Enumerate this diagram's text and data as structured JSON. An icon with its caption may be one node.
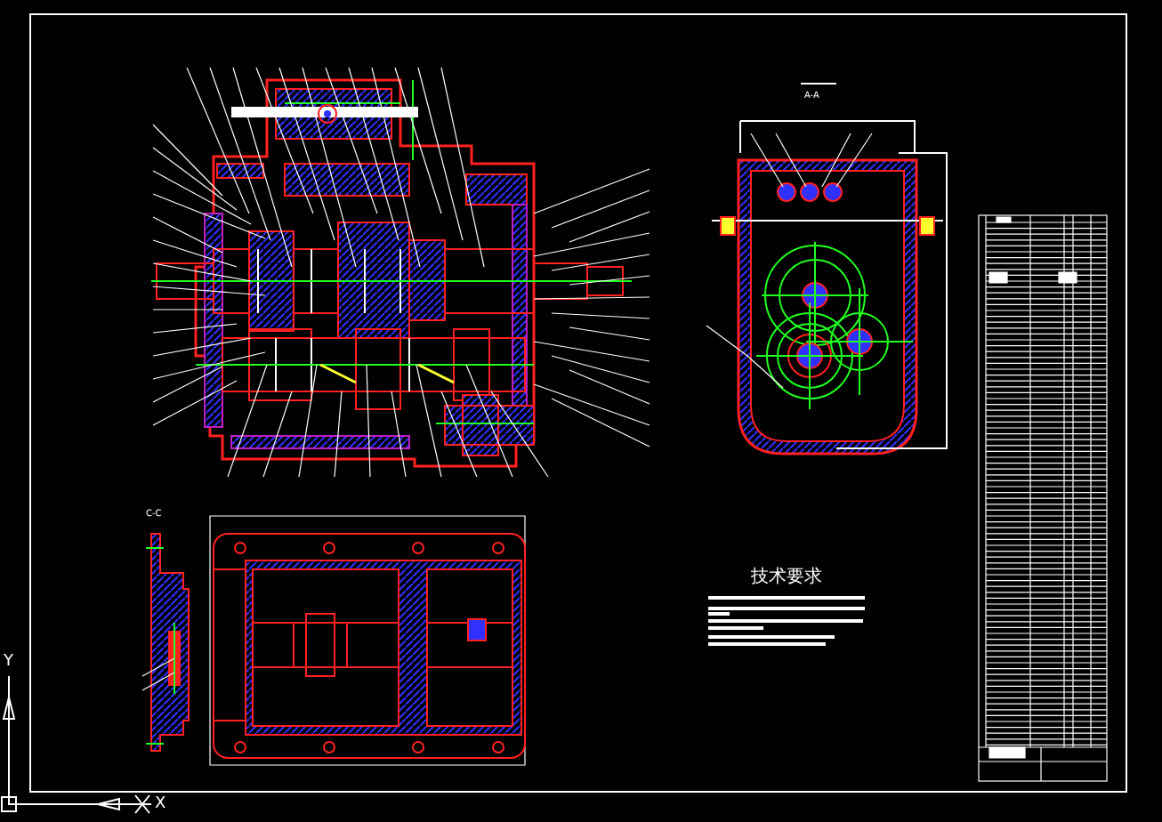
{
  "diagram": {
    "labels": [
      "A-A",
      "C-C",
      "技术要求",
      "Y",
      "X"
    ]
  }
}
